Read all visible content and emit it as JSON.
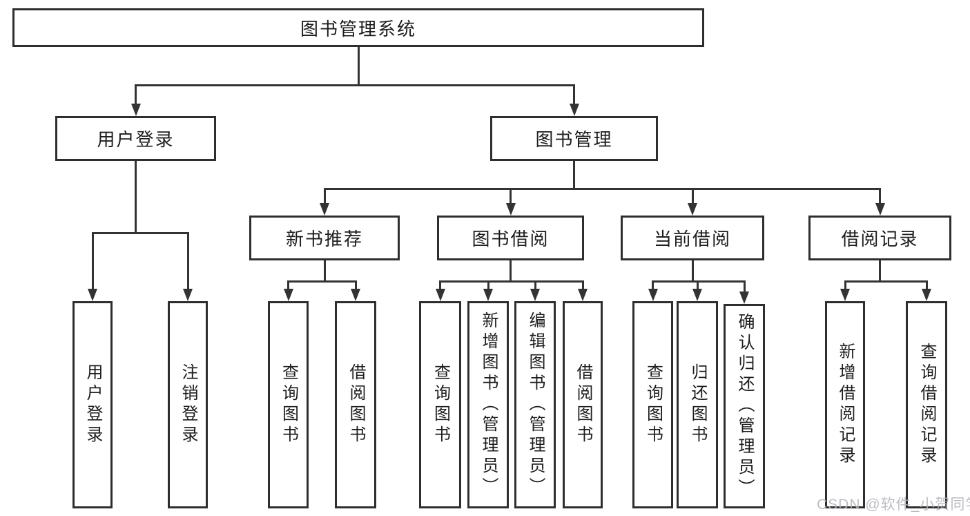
{
  "diagram": {
    "title": "图书管理系统",
    "root": {
      "label": "图书管理系统"
    },
    "level2": [
      {
        "label": "用户登录"
      },
      {
        "label": "图书管理"
      }
    ],
    "level3": [
      {
        "label": "新书推荐"
      },
      {
        "label": "图书借阅"
      },
      {
        "label": "当前借阅"
      },
      {
        "label": "借阅记录"
      }
    ],
    "leaves": {
      "user_login": [
        "用户登录",
        "注销登录"
      ],
      "new_book_rec": [
        "查询图书",
        "借阅图书"
      ],
      "book_borrow": [
        "查询图书",
        "新增图书（管理员）",
        "编辑图书（管理员）",
        "借阅图书"
      ],
      "current_borrow": [
        "查询图书",
        "归还图书",
        "确认归还（管理员）"
      ],
      "borrow_records": [
        "新增借阅记录",
        "查询借阅记录"
      ]
    }
  },
  "watermark": {
    "text": "CSDN @软件_小贺同学"
  },
  "colors": {
    "line": "#333333",
    "box_border": "#2e2e2e",
    "text": "#1d1d1d",
    "background": "#ffffff",
    "watermark": "#b3b6bc"
  }
}
